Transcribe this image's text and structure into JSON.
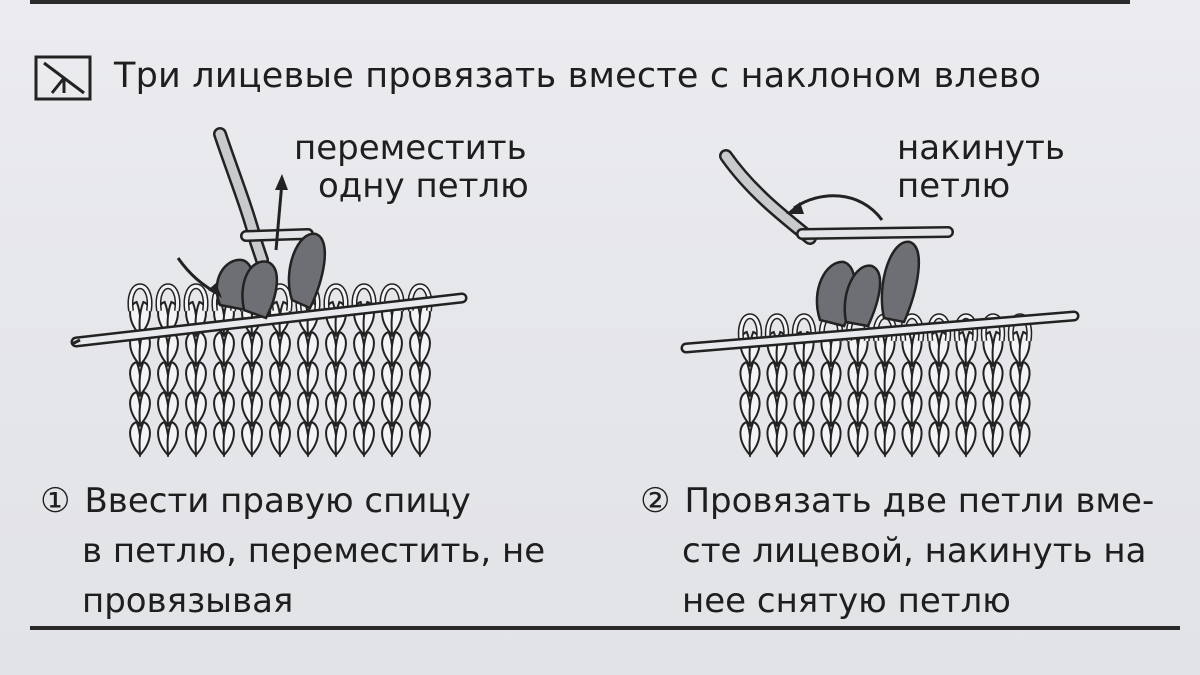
{
  "heading": {
    "symbol_icon": "left-slanting-decrease-symbol",
    "title": "Три лицевые провязать вместе с наклоном влево"
  },
  "figure_1": {
    "label_line_1": "переместить",
    "label_line_2": "одну петлю"
  },
  "figure_2": {
    "label_line_1": "накинуть",
    "label_line_2": "петлю"
  },
  "steps": [
    {
      "number": "①",
      "lines": [
        "Ввести правую спицу",
        "в петлю, переместить, не",
        "провязывая"
      ]
    },
    {
      "number": "②",
      "lines": [
        "Провязать две петли вме-",
        "сте лицевой, накинуть на",
        "нее снятую петлю"
      ]
    }
  ]
}
